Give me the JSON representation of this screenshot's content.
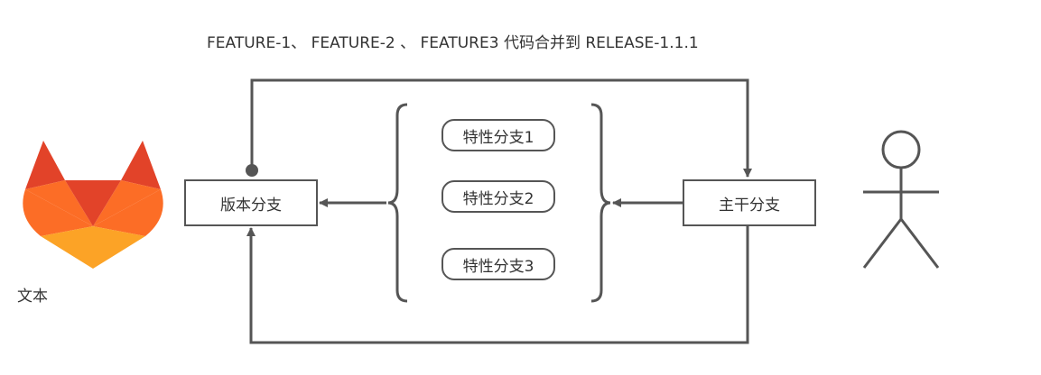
{
  "caption": "FEATURE-1、 FEATURE-2 、 FEATURE3 代码合并到  RELEASE-1.1.1",
  "nodes": {
    "release": "版本分支",
    "trunk": "主干分支",
    "features": [
      "特性分支1",
      "特性分支2",
      "特性分支3"
    ]
  },
  "logo": {
    "icon": "gitlab-fox-icon",
    "label": "文本"
  },
  "actor": {
    "icon": "stick-figure-icon"
  },
  "colors": {
    "stroke": "#555555",
    "logo_top": "#e24329",
    "logo_mid": "#fc6d26",
    "logo_bottom": "#fca326"
  }
}
